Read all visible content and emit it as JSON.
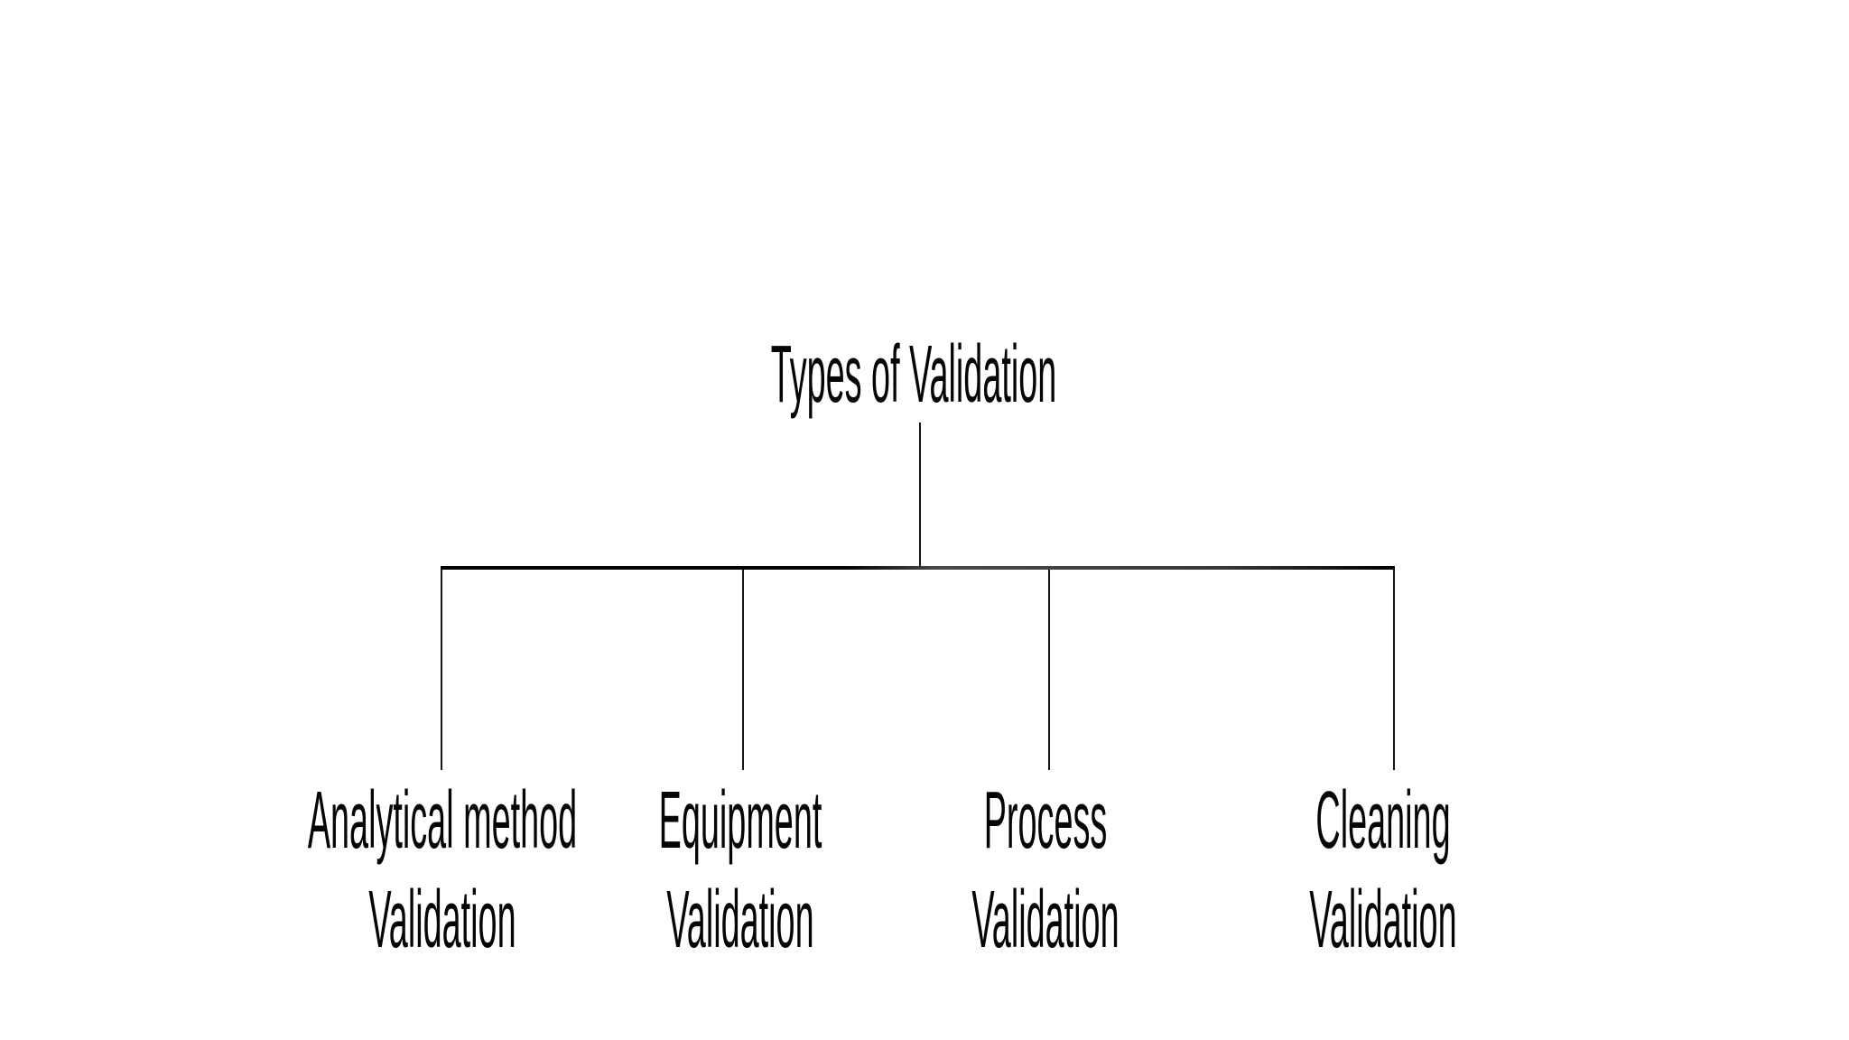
{
  "title": "Types of Validation",
  "branches": [
    {
      "line1": "Analytical method",
      "line2": "Validation"
    },
    {
      "line1": "Equipment",
      "line2": "Validation"
    },
    {
      "line1": "Process",
      "line2": "Validation"
    },
    {
      "line1": "Cleaning",
      "line2": "Validation"
    }
  ],
  "colors": {
    "background": "#ffffff",
    "text": "#050505",
    "line": "#161616"
  }
}
